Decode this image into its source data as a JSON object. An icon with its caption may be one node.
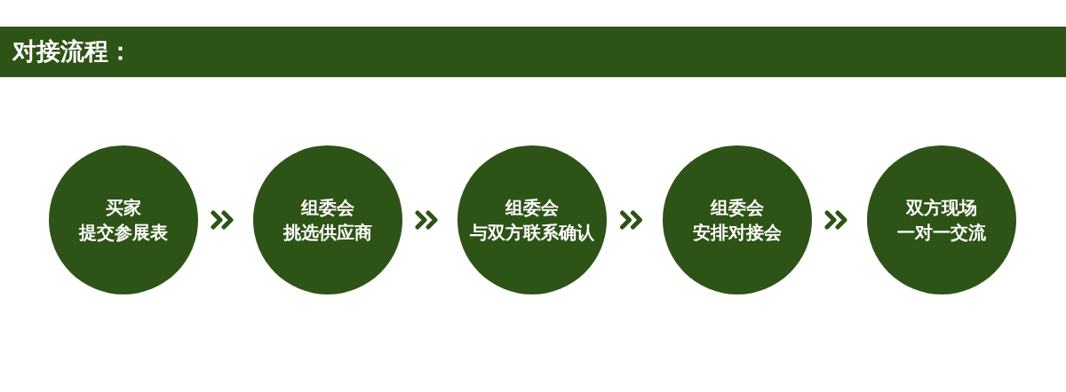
{
  "diagram": {
    "title": "对接流程：",
    "nodes": [
      {
        "text": [
          "买家",
          "提交参展表"
        ]
      },
      {
        "text": [
          "组委会",
          "挑选供应商"
        ]
      },
      {
        "text": [
          "组委会",
          "与双方联系确认"
        ]
      },
      {
        "text": [
          "组委会",
          "安排对接会"
        ]
      },
      {
        "text": [
          "双方现场",
          "一对一交流"
        ]
      }
    ],
    "edges": [
      {
        "from": 0,
        "to": 1,
        "arrow": "to"
      },
      {
        "from": 1,
        "to": 2,
        "arrow": "to"
      },
      {
        "from": 2,
        "to": 3,
        "arrow": "to"
      },
      {
        "from": 3,
        "to": 4,
        "arrow": "to"
      }
    ]
  }
}
